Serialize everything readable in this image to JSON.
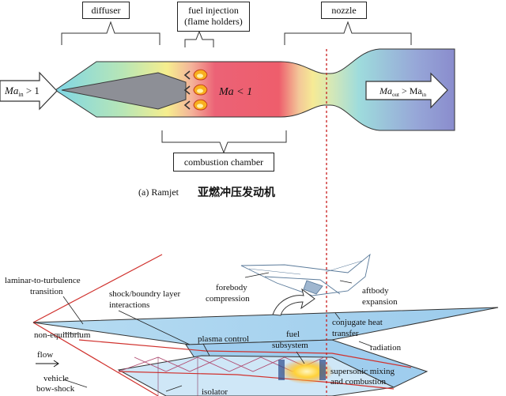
{
  "ramjet": {
    "label_diffuser": "diffuser",
    "label_fuel_injection_line1": "fuel injection",
    "label_fuel_injection_line2": "(flame holders)",
    "label_nozzle": "nozzle",
    "label_combustion_chamber": "combustion chamber",
    "inlet_text": {
      "pre": "Ma",
      "sub": "in",
      "post": " > 1"
    },
    "chamber_text": "Ma < 1",
    "outlet_text": {
      "a": "Ma",
      "sub_a": "out",
      "mid": " > Ma",
      "sub_b": "in"
    },
    "caption_prefix": "(a)  Ramjet",
    "caption_cn": "亚燃冲压发动机"
  },
  "scramjet": {
    "laminar_1": "laminar-to-turbulence",
    "laminar_2": "transition",
    "shock_1": "shock/boundry layer",
    "shock_2": "interactions",
    "forebody_1": "forebody",
    "forebody_2": "compression",
    "aftbody_1": "aftbody",
    "aftbody_2": "expansion",
    "conjugate_1": "conjugate heat",
    "conjugate_2": "transfer",
    "non_equilibrium": "non-equilibrium",
    "plasma_control": "plasma control",
    "fuel_1": "fuel",
    "fuel_2": "subsystem",
    "radiation": "radiation",
    "flow": "flow",
    "vehicle_1": "vehicle",
    "vehicle_2": "bow-shock",
    "supersonic_1": "supersonic mixing",
    "supersonic_2": "and combustion",
    "isolator": "isolator"
  },
  "colors": {
    "ramjet_cool": "#7fd6e6",
    "ramjet_yellow": "#f8ef8a",
    "ramjet_hot": "#ec5c6c",
    "ramjet_exit": "#8a8ccd",
    "scramjet_body": "#a8d4ef",
    "shock_red": "#d0312d",
    "divider_red": "#c81e1e"
  }
}
